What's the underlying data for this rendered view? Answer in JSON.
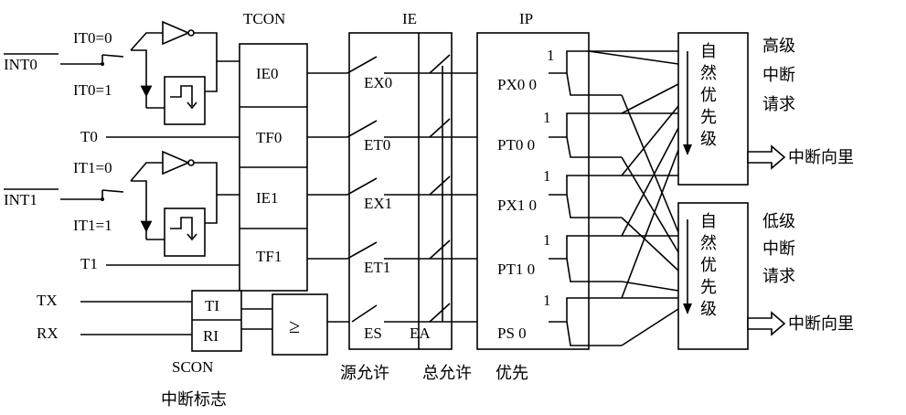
{
  "inputs": {
    "int0": "INT0",
    "t0": "T0",
    "int1": "INT1",
    "t1": "T1",
    "tx": "TX",
    "rx": "RX",
    "it0_0": "IT0=0",
    "it0_1": "IT0=1",
    "it1_0": "IT1=0",
    "it1_1": "IT1=1"
  },
  "tcon": {
    "title": "TCON",
    "flags": [
      "IE0",
      "TF0",
      "IE1",
      "TF1"
    ]
  },
  "scon": {
    "ti": "TI",
    "ri": "RI",
    "label": "SCON",
    "caption": "中断标志"
  },
  "or_gate": {
    "symbol": "≥"
  },
  "ie": {
    "title": "IE",
    "bits": [
      "EX0",
      "ET0",
      "EX1",
      "ET1",
      "ES"
    ],
    "ea": "EA",
    "caption_source": "源允许",
    "caption_global": "总允许"
  },
  "ip": {
    "title": "IP",
    "bits": [
      "PX0 0",
      "PT0 0",
      "PX1 0",
      "PT1 0",
      "PS 0"
    ],
    "one": "1",
    "caption": "优先"
  },
  "high_block": {
    "chars": [
      "自",
      "然",
      "优",
      "先",
      "级"
    ],
    "label": [
      "高级",
      "中断",
      "请求"
    ],
    "output": "中断向里"
  },
  "low_block": {
    "chars": [
      "自",
      "然",
      "优",
      "先",
      "级"
    ],
    "label": [
      "低级",
      "中断",
      "请求"
    ],
    "output": "中断向里"
  }
}
